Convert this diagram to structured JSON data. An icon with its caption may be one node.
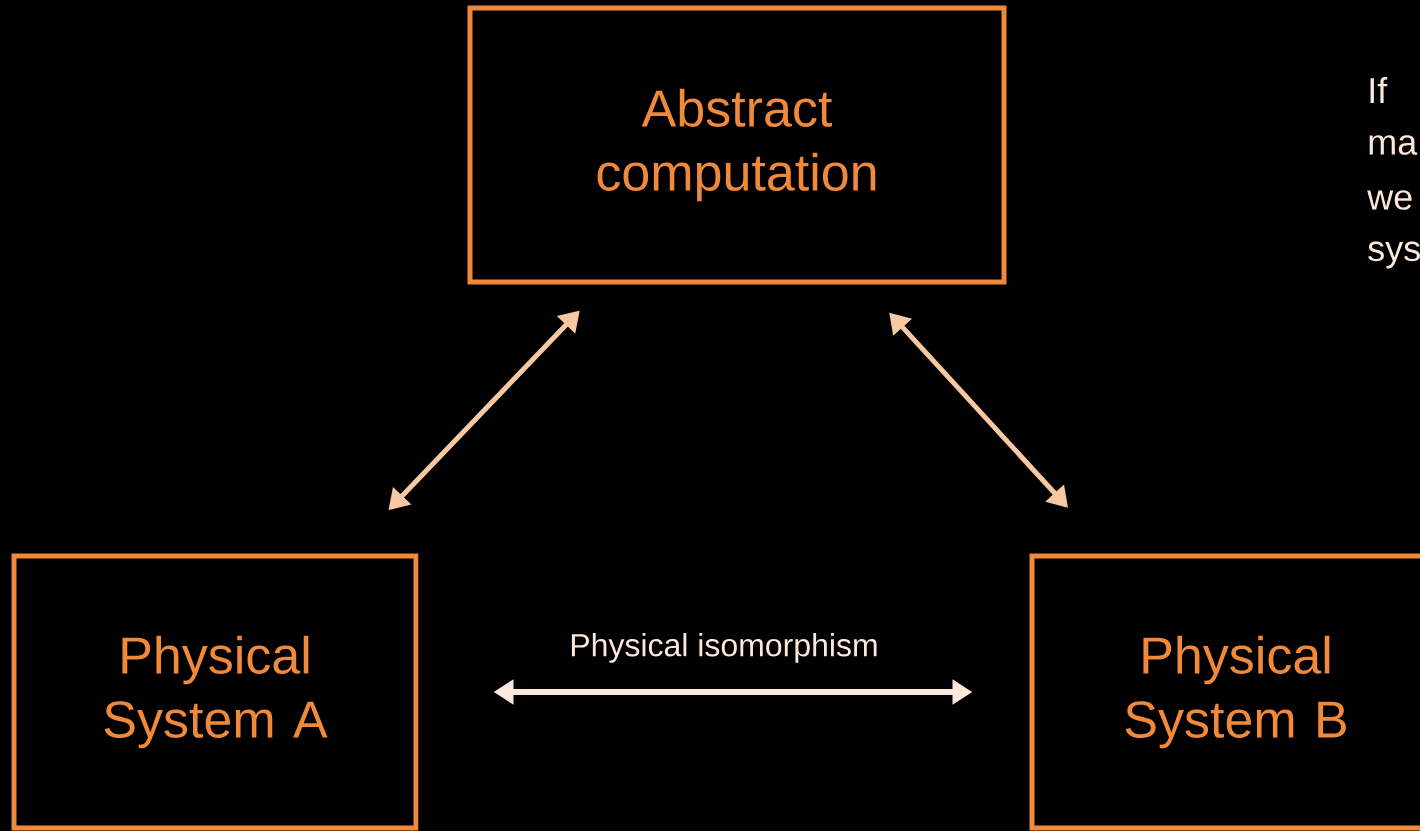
{
  "diagram": {
    "nodes": [
      {
        "text": [
          "Abstract computation"
        ]
      },
      {
        "text": [
          "Physical System A"
        ]
      },
      {
        "text": [
          "Physical System B"
        ]
      }
    ],
    "edges": [
      {
        "from": 1,
        "to": 0,
        "arrow": "both"
      },
      {
        "from": 2,
        "to": 0,
        "arrow": "both"
      },
      {
        "from": 1,
        "to": 2,
        "arrow": "both",
        "label": "Physical isomorphism",
        "color": "#fde9dc"
      }
    ],
    "labels": [
      "If",
      "ma",
      "we",
      "sys"
    ]
  }
}
